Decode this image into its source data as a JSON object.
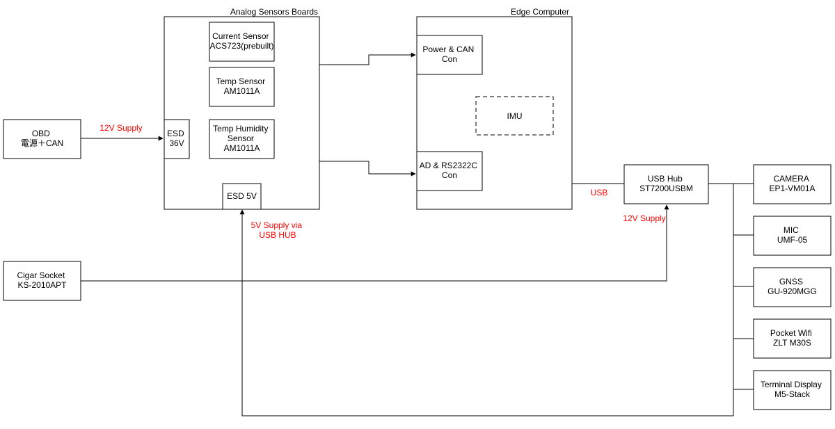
{
  "containers": {
    "analog": {
      "title": "Analog Sensors Boards"
    },
    "edge": {
      "title": "Edge Computer"
    }
  },
  "blocks": {
    "obd": [
      "OBD",
      "電源＋CAN"
    ],
    "esd36": [
      "ESD",
      "36V"
    ],
    "current_sensor": [
      "Current Sensor",
      "ACS723(prebuilt)"
    ],
    "temp_sensor": [
      "Temp Sensor",
      "AM1011A"
    ],
    "temp_humidity_sensor": [
      "Temp Humidity",
      "Sensor",
      "AM1011A"
    ],
    "esd5": [
      "ESD 5V"
    ],
    "power_can": [
      "Power & CAN",
      "Con"
    ],
    "imu": [
      "IMU"
    ],
    "ad_rs": [
      "AD & RS2322C",
      "Con"
    ],
    "usb_hub": [
      "USB Hub",
      "ST7200USBM"
    ],
    "cigar_socket": [
      "Cigar Socket",
      "KS-2010APT"
    ],
    "camera": [
      "CAMERA",
      "EP1-VM01A"
    ],
    "mic": [
      "MIC",
      "UMF-05"
    ],
    "gnss": [
      "GNSS",
      "GU-920MGG"
    ],
    "pocket_wifi": [
      "Pocket Wifi",
      "ZLT M30S"
    ],
    "terminal_display": [
      "Terminal Display",
      "M5-Stack"
    ]
  },
  "edge_labels": {
    "supply_12v_obd": [
      "12V Supply"
    ],
    "usb": [
      "USB"
    ],
    "supply_12v_hub": [
      "12V Supply"
    ],
    "supply_5v": [
      "5V Supply via",
      "USB HUB"
    ]
  },
  "colors": {
    "line": "#000000",
    "annotation": "#ff0000",
    "background": "#ffffff"
  }
}
